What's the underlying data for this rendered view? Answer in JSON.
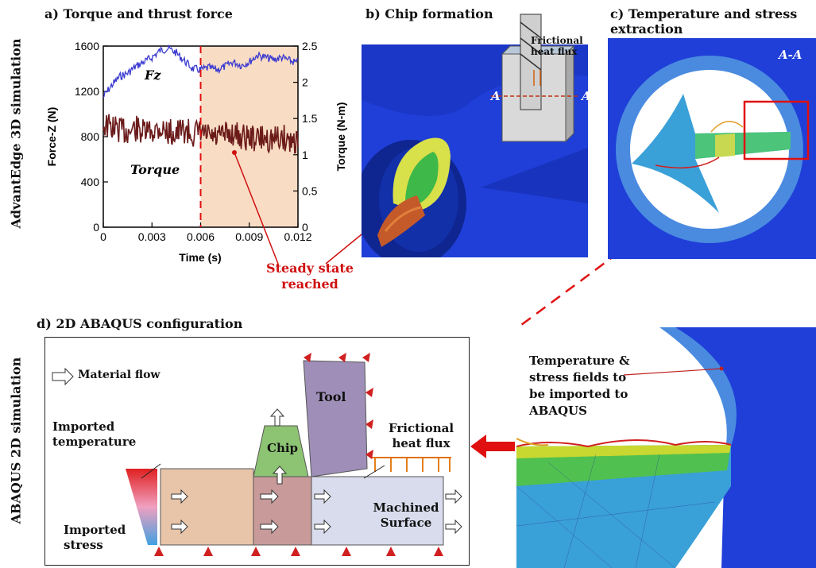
{
  "side_labels": {
    "top": "AdvantEdge 3D simulation",
    "bottom": "ABAQUS 2D simulation"
  },
  "panels": {
    "a": {
      "title": "a)  Torque and thrust force"
    },
    "b": {
      "title": "b) Chip formation",
      "inset_label": "Frictional heat flux",
      "section_left": "A",
      "section_right": "A"
    },
    "c": {
      "title_line1": "c) Temperature and stress",
      "title_line2": "extraction",
      "section_label": "A-A"
    },
    "d": {
      "title": "d) 2D ABAQUS configuration"
    },
    "zoom": {
      "annotation": "Temperature & stress fields to be imported to ABAQUS"
    }
  },
  "steady_state_label": "Steady state reached",
  "chart_data": {
    "type": "line",
    "xlabel": "Time (s)",
    "ylabel_left": "Force-Z (N)",
    "ylabel_right": "Torque (N-m)",
    "x_ticks": [
      "0",
      "0.003",
      "0.006",
      "0.009",
      "0.012"
    ],
    "y_left_ticks": [
      "0",
      "400",
      "800",
      "1200",
      "1600"
    ],
    "y_right_ticks": [
      "0",
      "0.5",
      "1",
      "1.5",
      "2",
      "2.5"
    ],
    "xlim": [
      0,
      0.012
    ],
    "ylim_left": [
      0,
      1600
    ],
    "ylim_right": [
      0,
      2.5
    ],
    "steady_state_start": 0.006,
    "series": [
      {
        "name": "Fz",
        "axis": "left",
        "color": "#3a3ad0",
        "x": [
          0,
          0.0005,
          0.001,
          0.0015,
          0.002,
          0.0025,
          0.003,
          0.0035,
          0.004,
          0.0045,
          0.005,
          0.0055,
          0.006,
          0.0065,
          0.007,
          0.0075,
          0.008,
          0.0085,
          0.009,
          0.0095,
          0.01,
          0.0105,
          0.011,
          0.0115,
          0.012
        ],
        "values": [
          1150,
          1250,
          1330,
          1360,
          1420,
          1460,
          1500,
          1560,
          1580,
          1540,
          1470,
          1400,
          1390,
          1410,
          1390,
          1420,
          1460,
          1430,
          1460,
          1520,
          1500,
          1480,
          1500,
          1470,
          1450
        ]
      },
      {
        "name": "Torque",
        "axis": "right",
        "color": "#6b1a1a",
        "x": [
          0,
          0.0005,
          0.001,
          0.0015,
          0.002,
          0.0025,
          0.003,
          0.0035,
          0.004,
          0.0045,
          0.005,
          0.0055,
          0.006,
          0.0065,
          0.007,
          0.0075,
          0.008,
          0.0085,
          0.009,
          0.0095,
          0.01,
          0.0105,
          0.011,
          0.0115,
          0.012
        ],
        "values": [
          1.42,
          1.38,
          1.35,
          1.32,
          1.36,
          1.3,
          1.33,
          1.37,
          1.31,
          1.3,
          1.34,
          1.28,
          1.3,
          1.25,
          1.22,
          1.27,
          1.3,
          1.25,
          1.24,
          1.22,
          1.23,
          1.21,
          1.24,
          1.2,
          1.21
        ]
      }
    ]
  },
  "config": {
    "legend_label": "Material flow",
    "tool_label": "Tool",
    "chip_label": "Chip",
    "imported_temperature": "Imported temperature",
    "imported_stress": "Imported stress",
    "frictional_heat_flux": "Frictional heat flux",
    "machined_surface": "Machined Surface"
  },
  "colors": {
    "steady_shade": "#f8dcc4",
    "red_marker": "#e01010",
    "mesh_blue": "#1f3fd8",
    "tool_purple": "#9f8fb8",
    "chip_green": "#8dc473"
  }
}
